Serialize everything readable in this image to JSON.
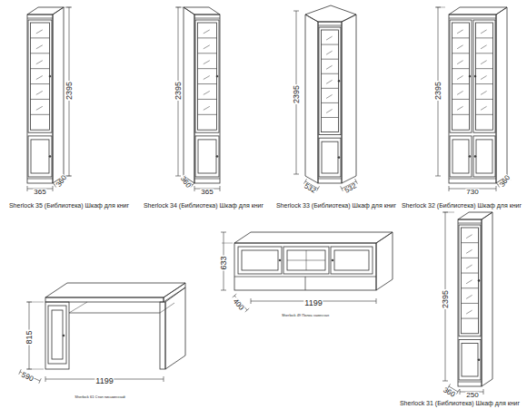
{
  "diagram": {
    "labels": [
      "2395",
      "365",
      "360",
      "Sherlock 35 (Библиотека) Шкаф для книг",
      "2395",
      "360",
      "365",
      "Sherlock 34 (Библиотека) Шкаф для книг",
      "2395",
      "532",
      "532",
      "Sherlock 33 (Библиотека) Шкаф для книг",
      "2395",
      "730",
      "360",
      "Sherlock 32 (Библиотека) Шкаф для книг",
      "815",
      "590",
      "1199",
      "Sherlock 61 Стол письменный",
      "633",
      "400",
      "1199",
      "Sherlock 49 Полка навесная",
      "2395",
      "360",
      "250",
      "Sherlock 31 (Библиотека) Шкаф для книг"
    ]
  }
}
